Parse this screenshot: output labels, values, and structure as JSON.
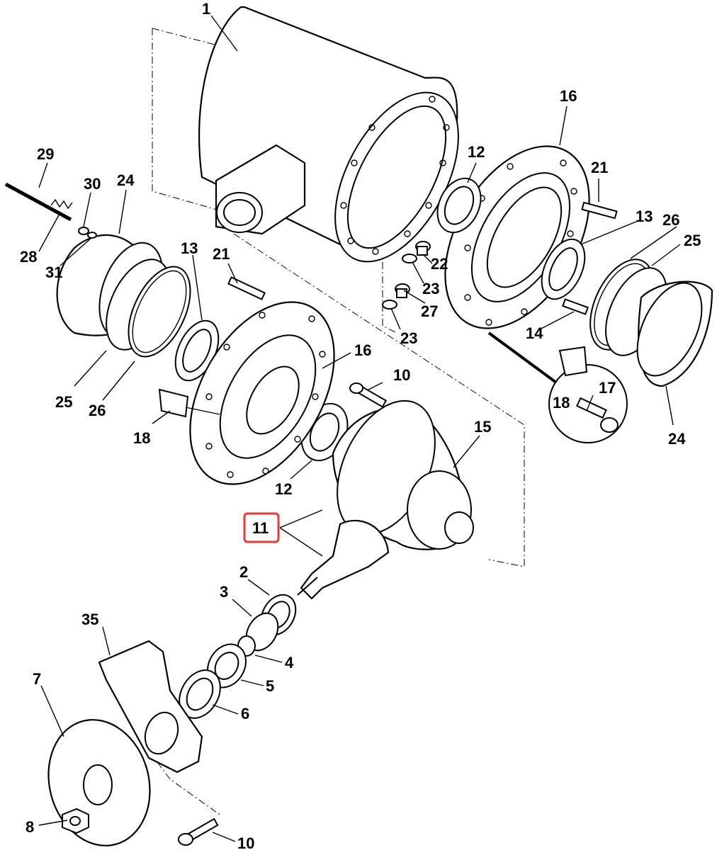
{
  "callouts": {
    "c1": "1",
    "c2": "2",
    "c3": "3",
    "c4": "4",
    "c5": "5",
    "c6": "6",
    "c7": "7",
    "c8": "8",
    "c10a": "10",
    "c10b": "10",
    "c11": "11",
    "c12a": "12",
    "c12b": "12",
    "c13a": "13",
    "c13b": "13",
    "c14": "14",
    "c15": "15",
    "c16a": "16",
    "c16b": "16",
    "c17": "17",
    "c18a": "18",
    "c18b": "18",
    "c21a": "21",
    "c21b": "21",
    "c22": "22",
    "c23a": "23",
    "c23b": "23",
    "c24a": "24",
    "c24b": "24",
    "c25a": "25",
    "c25b": "25",
    "c26a": "26",
    "c26b": "26",
    "c27": "27",
    "c28": "28",
    "c29": "29",
    "c30": "30",
    "c31": "31",
    "c35": "35"
  },
  "highlight": {
    "color": "#e53935"
  }
}
